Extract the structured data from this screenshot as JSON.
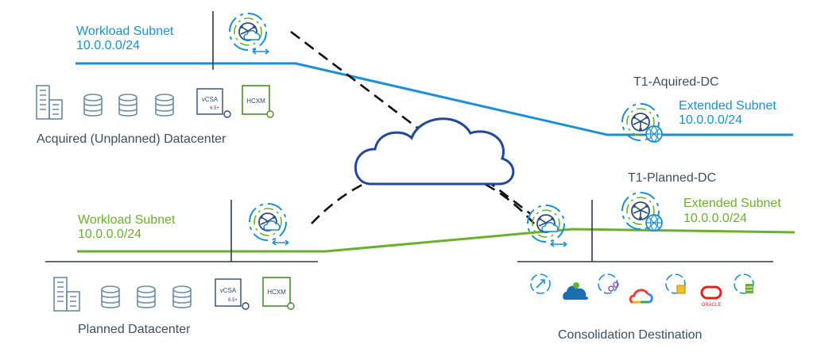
{
  "colors": {
    "acquired_line": "#1a8fd6",
    "planned_line": "#6ab02e",
    "cloud": "#22489c",
    "dark_text": "#3a4f63",
    "icon_navy": "#2a4a7a",
    "hcxm_green": "#4a8a2a"
  },
  "acquired": {
    "subnet_title": "Workload Subnet",
    "subnet_cidr": "10.0.0.0/24",
    "datacenter_label": "Acquired (Unplanned) Datacenter",
    "vcsa_label": "vCSA",
    "vcsa_version": "6.5+",
    "hcxm_label": "HCXM"
  },
  "planned": {
    "subnet_title": "Workload Subnet",
    "subnet_cidr": "10.0.0.0/24",
    "datacenter_label": "Planned Datacenter",
    "vcsa_label": "vCSA",
    "vcsa_version": "6.5+",
    "hcxm_label": "HCXM"
  },
  "destination": {
    "t1_acquired_label": "T1-Aquired-DC",
    "t1_planned_label": "T1-Planned-DC",
    "extended_subnet_acquired_title": "Extended Subnet",
    "extended_subnet_acquired_cidr": "10.0.0.0/24",
    "extended_subnet_planned_title": "Extended Subnet",
    "extended_subnet_planned_cidr": "10.0.0.0/24",
    "label": "Consolidation Destination",
    "oracle_text": "ORACLE",
    "cloud_icons": [
      "hcx-migrate-cloud-icon",
      "vmware-cloud-aws-icon",
      "vmware-cloud-connect-icon",
      "google-cloud-icon",
      "vmware-cloud-package-icon",
      "oracle-cloud-icon",
      "vmware-cloud-storage-icon"
    ]
  }
}
